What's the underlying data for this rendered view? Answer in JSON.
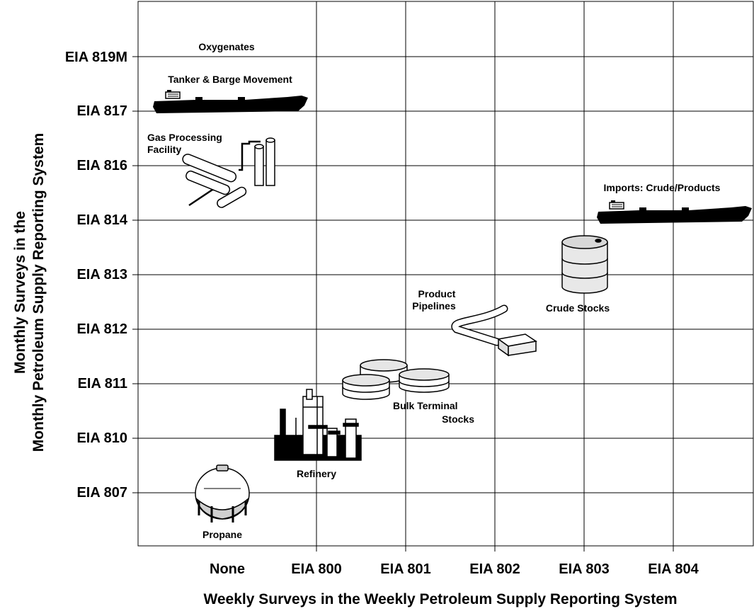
{
  "diagram": {
    "y_axis_title_line1": "Monthly Surveys in the",
    "y_axis_title_line2": "Monthly Petroleum Supply Reporting System",
    "x_axis_title": "Weekly Surveys in the Weekly Petroleum Supply Reporting System",
    "y_labels": [
      "EIA 819M",
      "EIA 817",
      "EIA 816",
      "EIA 814",
      "EIA 813",
      "EIA 812",
      "EIA 811",
      "EIA 810",
      "EIA 807"
    ],
    "x_labels": [
      "None",
      "EIA 800",
      "EIA 801",
      "EIA 802",
      "EIA 803",
      "EIA 804"
    ],
    "items": {
      "oxygenates": "Oxygenates",
      "tanker": "Tanker & Barge Movement",
      "gas_processing_line1": "Gas Processing",
      "gas_processing_line2": "Facility",
      "imports": "Imports: Crude/Products",
      "crude_stocks": "Crude Stocks",
      "product_pipelines_line1": "Product",
      "product_pipelines_line2": "Pipelines",
      "bulk_terminal_line1": "Bulk Terminal",
      "bulk_terminal_line2": "Stocks",
      "refinery": "Refinery",
      "propane": "Propane"
    },
    "icons": [
      "ship-icon",
      "gas-processing-icon",
      "oil-barrel-icon",
      "pipeline-icon",
      "storage-tanks-icon",
      "refinery-icon",
      "propane-tank-icon"
    ]
  }
}
